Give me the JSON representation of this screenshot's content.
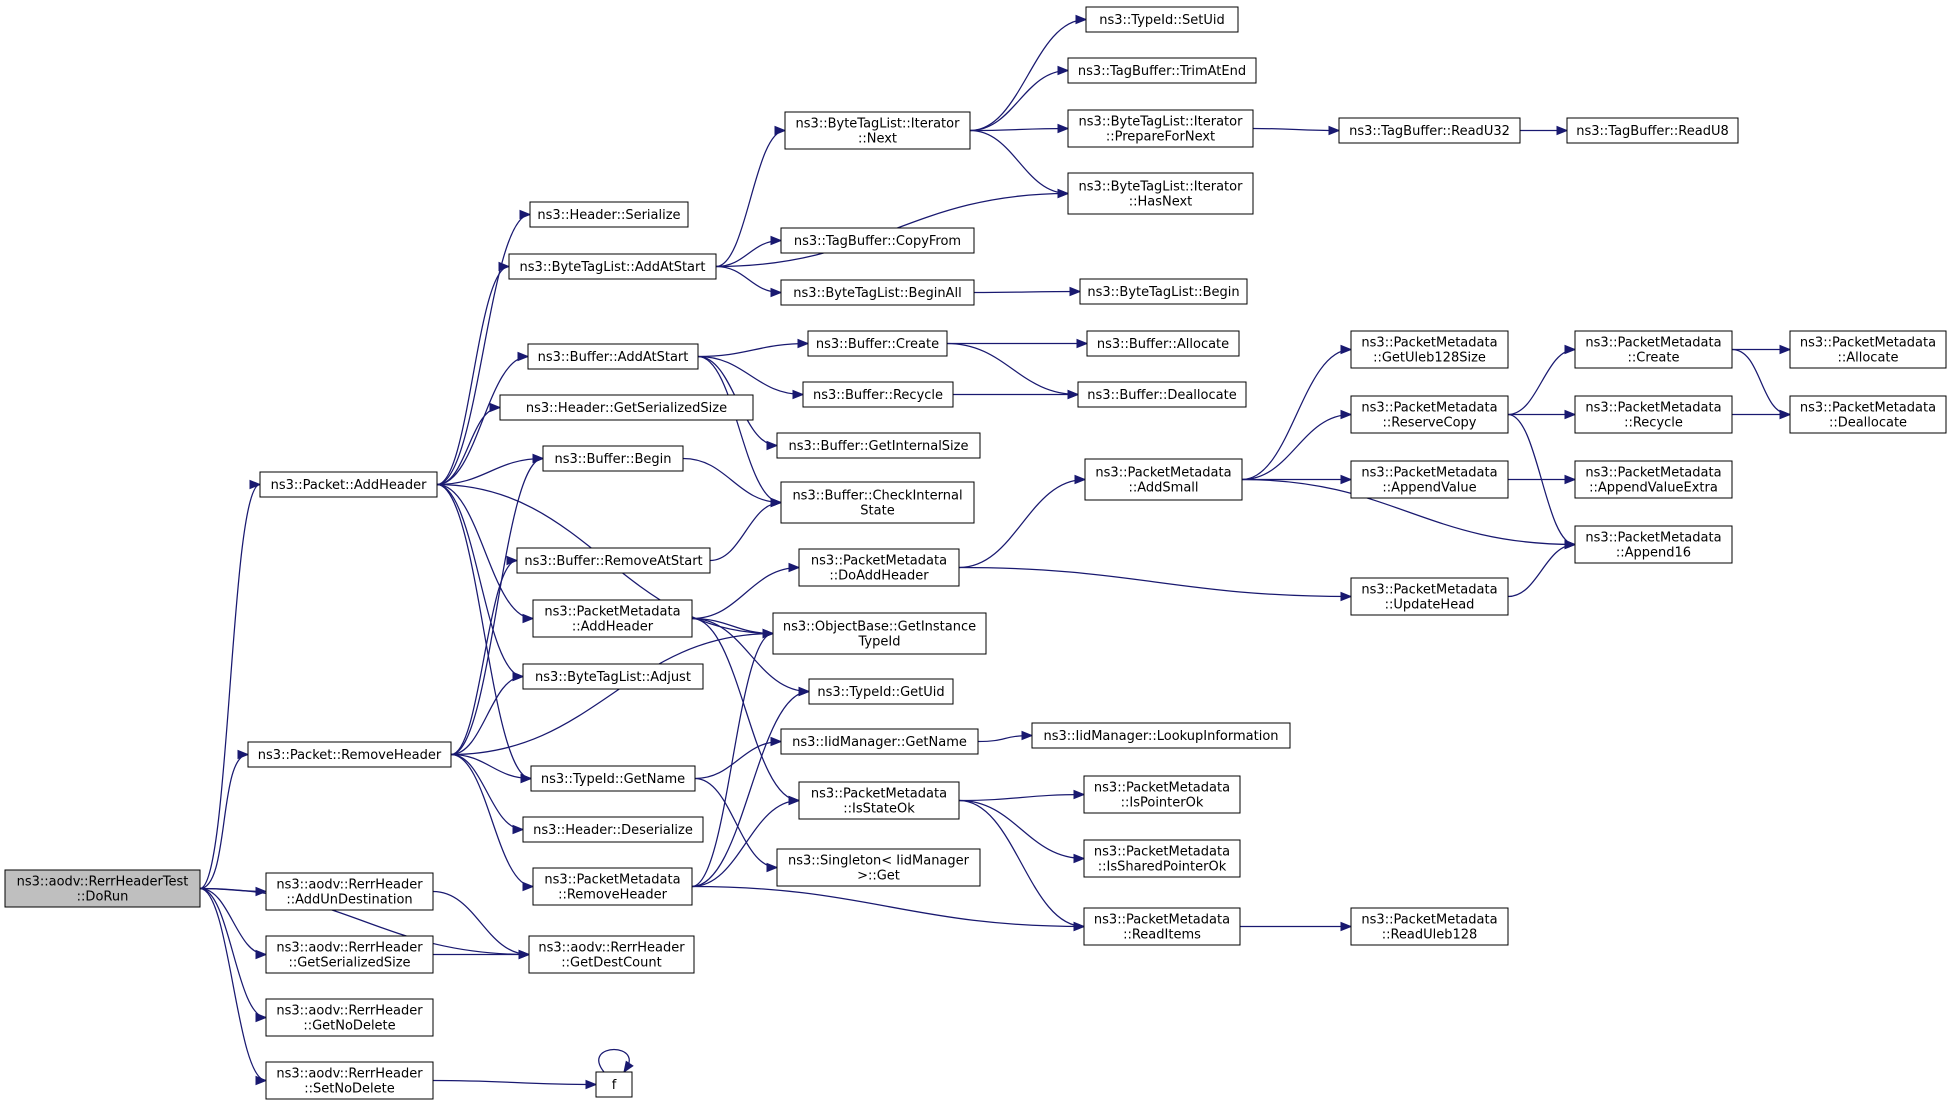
{
  "colors": {
    "edge": "#191970",
    "root_fill": "#bfbfbf",
    "node_fill": "#ffffff",
    "node_border": "#000000"
  },
  "nodes": [
    {
      "id": "n0",
      "lines": [
        "ns3::aodv::RerrHeaderTest",
        "::DoRun"
      ],
      "root": true
    },
    {
      "id": "n1",
      "lines": [
        "ns3::Packet::AddHeader"
      ]
    },
    {
      "id": "n2",
      "lines": [
        "ns3::Packet::RemoveHeader"
      ]
    },
    {
      "id": "n3",
      "lines": [
        "ns3::aodv::RerrHeader",
        "::AddUnDestination"
      ]
    },
    {
      "id": "n4",
      "lines": [
        "ns3::aodv::RerrHeader",
        "::GetSerializedSize"
      ]
    },
    {
      "id": "n5",
      "lines": [
        "ns3::aodv::RerrHeader",
        "::GetNoDelete"
      ]
    },
    {
      "id": "n6",
      "lines": [
        "ns3::aodv::RerrHeader",
        "::SetNoDelete"
      ]
    },
    {
      "id": "n7",
      "lines": [
        "ns3::aodv::RerrHeader",
        "::GetDestCount"
      ]
    },
    {
      "id": "n8",
      "lines": [
        "f"
      ]
    },
    {
      "id": "n9",
      "lines": [
        "ns3::Header::Serialize"
      ]
    },
    {
      "id": "n10",
      "lines": [
        "ns3::ByteTagList::AddAtStart"
      ]
    },
    {
      "id": "n11",
      "lines": [
        "ns3::Buffer::AddAtStart"
      ]
    },
    {
      "id": "n12",
      "lines": [
        "ns3::Header::GetSerializedSize"
      ]
    },
    {
      "id": "n13",
      "lines": [
        "ns3::Buffer::Begin"
      ]
    },
    {
      "id": "n14",
      "lines": [
        "ns3::Buffer::RemoveAtStart"
      ]
    },
    {
      "id": "n15",
      "lines": [
        "ns3::PacketMetadata",
        "::AddHeader"
      ]
    },
    {
      "id": "n16",
      "lines": [
        "ns3::ByteTagList::Adjust"
      ]
    },
    {
      "id": "n17",
      "lines": [
        "ns3::TypeId::GetName"
      ]
    },
    {
      "id": "n18",
      "lines": [
        "ns3::Header::Deserialize"
      ]
    },
    {
      "id": "n19",
      "lines": [
        "ns3::PacketMetadata",
        "::RemoveHeader"
      ]
    },
    {
      "id": "n20",
      "lines": [
        "ns3::ByteTagList::Iterator",
        "::Next"
      ]
    },
    {
      "id": "n21",
      "lines": [
        "ns3::TagBuffer::CopyFrom"
      ]
    },
    {
      "id": "n22",
      "lines": [
        "ns3::ByteTagList::BeginAll"
      ]
    },
    {
      "id": "n23",
      "lines": [
        "ns3::Buffer::Create"
      ]
    },
    {
      "id": "n24",
      "lines": [
        "ns3::Buffer::Recycle"
      ]
    },
    {
      "id": "n25",
      "lines": [
        "ns3::Buffer::GetInternalSize"
      ]
    },
    {
      "id": "n26",
      "lines": [
        "ns3::Buffer::CheckInternal",
        "State"
      ]
    },
    {
      "id": "n27",
      "lines": [
        "ns3::PacketMetadata",
        "::DoAddHeader"
      ]
    },
    {
      "id": "n28",
      "lines": [
        "ns3::ObjectBase::GetInstance",
        "TypeId"
      ]
    },
    {
      "id": "n29",
      "lines": [
        "ns3::TypeId::GetUid"
      ]
    },
    {
      "id": "n30",
      "lines": [
        "ns3::IidManager::GetName"
      ]
    },
    {
      "id": "n31",
      "lines": [
        "ns3::PacketMetadata",
        "::IsStateOk"
      ]
    },
    {
      "id": "n32",
      "lines": [
        "ns3::Singleton< IidManager",
        ">::Get"
      ]
    },
    {
      "id": "n33",
      "lines": [
        "ns3::TypeId::SetUid"
      ]
    },
    {
      "id": "n34",
      "lines": [
        "ns3::TagBuffer::TrimAtEnd"
      ]
    },
    {
      "id": "n35",
      "lines": [
        "ns3::ByteTagList::Iterator",
        "::PrepareForNext"
      ]
    },
    {
      "id": "n36",
      "lines": [
        "ns3::ByteTagList::Iterator",
        "::HasNext"
      ]
    },
    {
      "id": "n37",
      "lines": [
        "ns3::ByteTagList::Begin"
      ]
    },
    {
      "id": "n38",
      "lines": [
        "ns3::Buffer::Allocate"
      ]
    },
    {
      "id": "n39",
      "lines": [
        "ns3::Buffer::Deallocate"
      ]
    },
    {
      "id": "n40",
      "lines": [
        "ns3::PacketMetadata",
        "::AddSmall"
      ]
    },
    {
      "id": "n41",
      "lines": [
        "ns3::IidManager::LookupInformation"
      ]
    },
    {
      "id": "n42",
      "lines": [
        "ns3::PacketMetadata",
        "::IsPointerOk"
      ]
    },
    {
      "id": "n43",
      "lines": [
        "ns3::PacketMetadata",
        "::IsSharedPointerOk"
      ]
    },
    {
      "id": "n44",
      "lines": [
        "ns3::PacketMetadata",
        "::ReadItems"
      ]
    },
    {
      "id": "n45",
      "lines": [
        "ns3::TagBuffer::ReadU32"
      ]
    },
    {
      "id": "n46",
      "lines": [
        "ns3::TagBuffer::ReadU8"
      ]
    },
    {
      "id": "n47",
      "lines": [
        "ns3::PacketMetadata",
        "::GetUleb128Size"
      ]
    },
    {
      "id": "n48",
      "lines": [
        "ns3::PacketMetadata",
        "::ReserveCopy"
      ]
    },
    {
      "id": "n49",
      "lines": [
        "ns3::PacketMetadata",
        "::AppendValue"
      ]
    },
    {
      "id": "n50",
      "lines": [
        "ns3::PacketMetadata",
        "::UpdateHead"
      ]
    },
    {
      "id": "n51",
      "lines": [
        "ns3::PacketMetadata",
        "::ReadUleb128"
      ]
    },
    {
      "id": "n52",
      "lines": [
        "ns3::PacketMetadata",
        "::Create"
      ]
    },
    {
      "id": "n53",
      "lines": [
        "ns3::PacketMetadata",
        "::Recycle"
      ]
    },
    {
      "id": "n54",
      "lines": [
        "ns3::PacketMetadata",
        "::AppendValueExtra"
      ]
    },
    {
      "id": "n55",
      "lines": [
        "ns3::PacketMetadata",
        "::Append16"
      ]
    },
    {
      "id": "n56",
      "lines": [
        "ns3::PacketMetadata",
        "::Allocate"
      ]
    },
    {
      "id": "n57",
      "lines": [
        "ns3::PacketMetadata",
        "::Deallocate"
      ]
    }
  ],
  "edges": [
    [
      "n0",
      "n1"
    ],
    [
      "n0",
      "n2"
    ],
    [
      "n0",
      "n3"
    ],
    [
      "n0",
      "n4"
    ],
    [
      "n0",
      "n5"
    ],
    [
      "n0",
      "n6"
    ],
    [
      "n0",
      "n7"
    ],
    [
      "n1",
      "n9"
    ],
    [
      "n1",
      "n10"
    ],
    [
      "n1",
      "n11"
    ],
    [
      "n1",
      "n12"
    ],
    [
      "n1",
      "n13"
    ],
    [
      "n1",
      "n15"
    ],
    [
      "n1",
      "n16"
    ],
    [
      "n1",
      "n17"
    ],
    [
      "n1",
      "n28"
    ],
    [
      "n2",
      "n13"
    ],
    [
      "n2",
      "n14"
    ],
    [
      "n2",
      "n16"
    ],
    [
      "n2",
      "n17"
    ],
    [
      "n2",
      "n18"
    ],
    [
      "n2",
      "n19"
    ],
    [
      "n2",
      "n28"
    ],
    [
      "n3",
      "n7"
    ],
    [
      "n4",
      "n7"
    ],
    [
      "n6",
      "n8"
    ],
    [
      "n8",
      "n8"
    ],
    [
      "n10",
      "n20"
    ],
    [
      "n10",
      "n36"
    ],
    [
      "n10",
      "n21"
    ],
    [
      "n10",
      "n22"
    ],
    [
      "n11",
      "n23"
    ],
    [
      "n11",
      "n24"
    ],
    [
      "n11",
      "n25"
    ],
    [
      "n11",
      "n26"
    ],
    [
      "n13",
      "n26"
    ],
    [
      "n14",
      "n26"
    ],
    [
      "n15",
      "n27"
    ],
    [
      "n15",
      "n28"
    ],
    [
      "n15",
      "n29"
    ],
    [
      "n15",
      "n31"
    ],
    [
      "n17",
      "n30"
    ],
    [
      "n17",
      "n32"
    ],
    [
      "n19",
      "n28"
    ],
    [
      "n19",
      "n29"
    ],
    [
      "n19",
      "n31"
    ],
    [
      "n19",
      "n44"
    ],
    [
      "n20",
      "n33"
    ],
    [
      "n20",
      "n34"
    ],
    [
      "n20",
      "n35"
    ],
    [
      "n20",
      "n36"
    ],
    [
      "n22",
      "n37"
    ],
    [
      "n23",
      "n38"
    ],
    [
      "n23",
      "n39"
    ],
    [
      "n24",
      "n39"
    ],
    [
      "n27",
      "n40"
    ],
    [
      "n27",
      "n50"
    ],
    [
      "n30",
      "n41"
    ],
    [
      "n31",
      "n42"
    ],
    [
      "n31",
      "n43"
    ],
    [
      "n31",
      "n44"
    ],
    [
      "n35",
      "n45"
    ],
    [
      "n45",
      "n46"
    ],
    [
      "n40",
      "n47"
    ],
    [
      "n40",
      "n48"
    ],
    [
      "n40",
      "n49"
    ],
    [
      "n40",
      "n55"
    ],
    [
      "n44",
      "n51"
    ],
    [
      "n48",
      "n52"
    ],
    [
      "n48",
      "n53"
    ],
    [
      "n48",
      "n55"
    ],
    [
      "n49",
      "n54"
    ],
    [
      "n50",
      "n55"
    ],
    [
      "n52",
      "n56"
    ],
    [
      "n52",
      "n57"
    ],
    [
      "n53",
      "n57"
    ]
  ]
}
